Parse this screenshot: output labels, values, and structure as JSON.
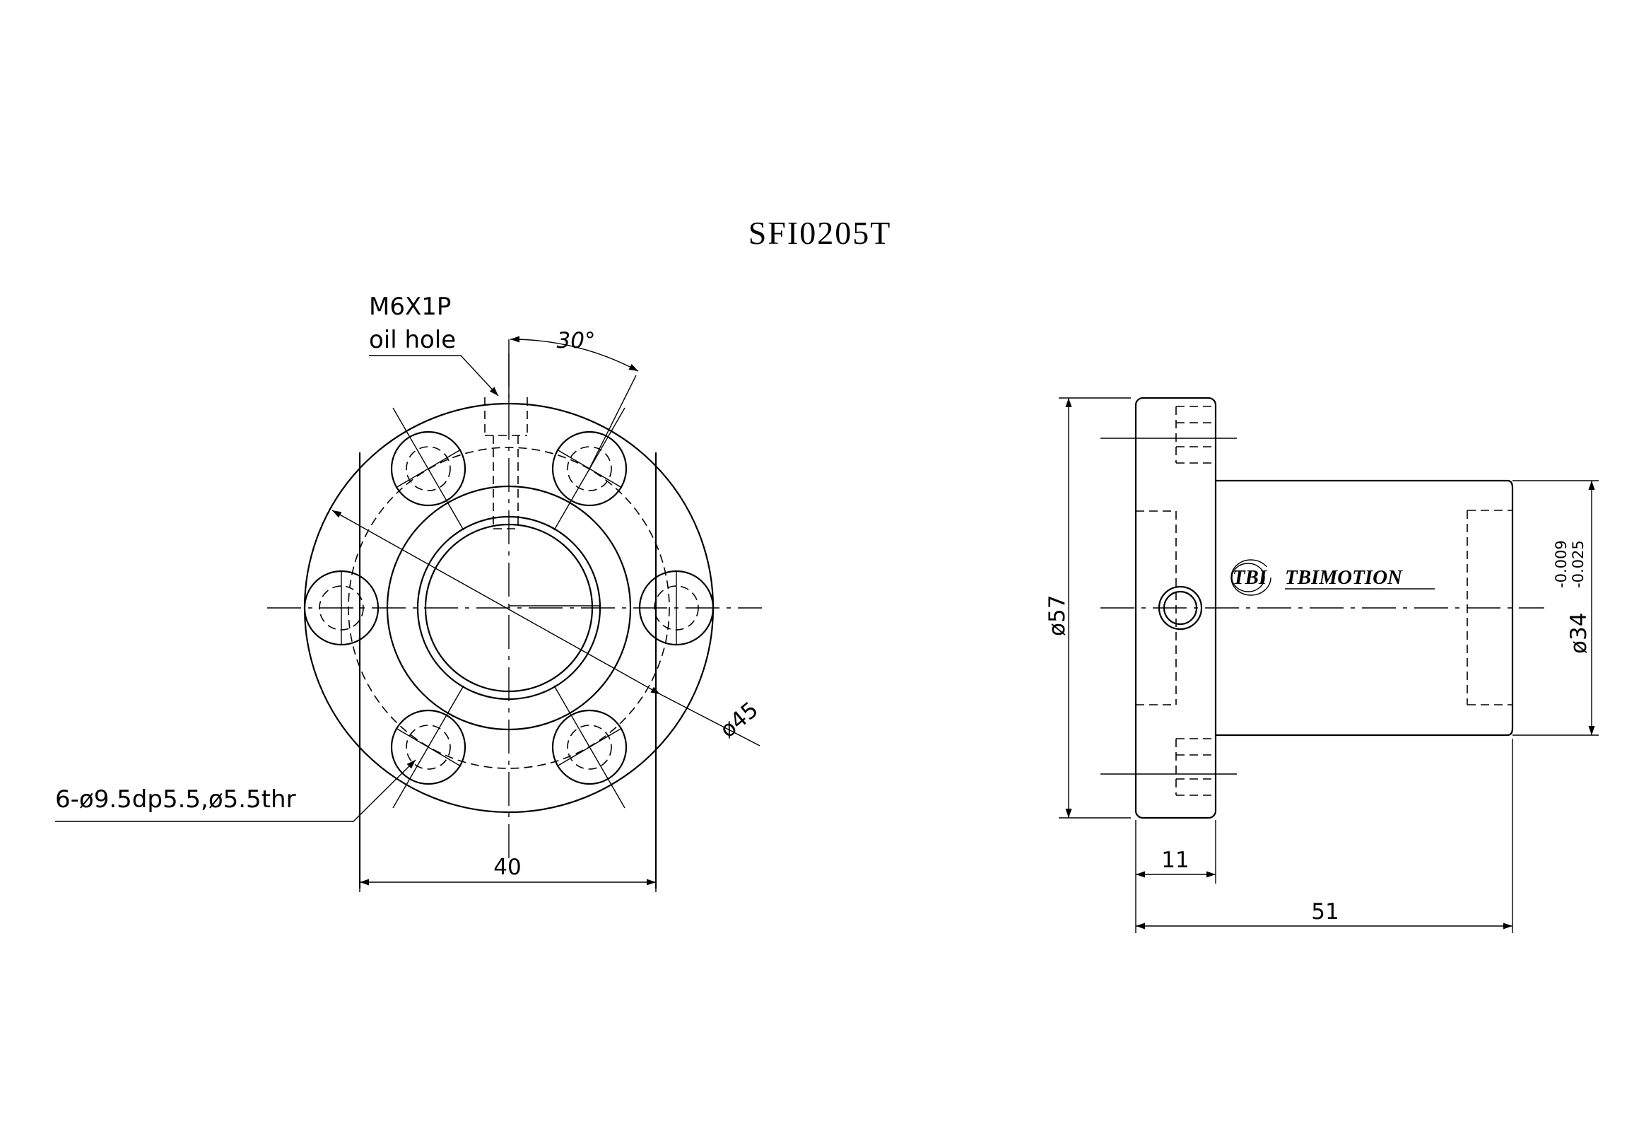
{
  "title": "SFI0205T",
  "front_view": {
    "oil_hole_label_line1": "M6X1P",
    "oil_hole_label_line2": "oil hole",
    "angle_label": "30°",
    "pcd_label": "ø45",
    "holes_label": "6-ø9.5dp5.5,ø5.5thr",
    "width_label": "40"
  },
  "side_view": {
    "flange_diameter_label": "ø57",
    "body_diameter_label": "ø34",
    "body_tol_upper": "-0.009",
    "body_tol_lower": "-0.025",
    "flange_thickness_label": "11",
    "overall_length_label": "51",
    "logo_text": "TBI",
    "brand_text": "TBIMOTION"
  }
}
